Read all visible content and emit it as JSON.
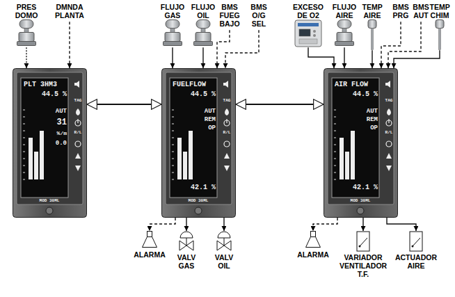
{
  "diagram": {
    "nodes": [
      {
        "text": [
          "PRES DOMO"
        ]
      },
      {
        "text": [
          "DMNDA PLANTA"
        ]
      },
      {
        "text": [
          "FLUJO GAS"
        ]
      },
      {
        "text": [
          "FLUJO OIL"
        ]
      },
      {
        "text": [
          "BMS FUEG BAJO"
        ]
      },
      {
        "text": [
          "BMS O/G SEL"
        ]
      },
      {
        "text": [
          "EXCESO DE O2"
        ]
      },
      {
        "text": [
          "FLUJO AIRE"
        ]
      },
      {
        "text": [
          "TEMP AIRE"
        ]
      },
      {
        "text": [
          "BMS PRG"
        ]
      },
      {
        "text": [
          "BMS AUT"
        ]
      },
      {
        "text": [
          "TEMP CHIM"
        ]
      },
      {
        "text": [
          "PLT 3HM3",
          "44.5 %",
          "AUT",
          "31",
          "%/m",
          "0.0",
          "TAG",
          "R/L",
          "MOD 30ML"
        ]
      },
      {
        "text": [
          "FUELFLOW",
          "44.5 %",
          "AUT",
          "REM",
          "OP",
          "42.1 %",
          "TAG",
          "R/L",
          "MOD 30ML"
        ]
      },
      {
        "text": [
          "AIR FLOW",
          "44.5 %",
          "AUT",
          "REM",
          "OP",
          "42.1 %",
          "TAG",
          "R/L",
          "MOD 30ML"
        ]
      },
      {
        "text": [
          "ALARMA"
        ]
      },
      {
        "text": [
          "VALV GAS"
        ]
      },
      {
        "text": [
          "VALV OIL"
        ]
      },
      {
        "text": [
          "ALARMA"
        ]
      },
      {
        "text": [
          "VARIADOR VENTILADOR T.F."
        ]
      },
      {
        "text": [
          "ACTUADOR AIRE"
        ]
      }
    ],
    "edges": [
      {
        "from": 0,
        "to": 12,
        "arrow": "to"
      },
      {
        "from": 1,
        "to": 12,
        "arrow": "to"
      },
      {
        "from": 2,
        "to": 13,
        "arrow": "to"
      },
      {
        "from": 3,
        "to": 13,
        "arrow": "to"
      },
      {
        "from": 4,
        "to": 13,
        "arrow": "to"
      },
      {
        "from": 5,
        "to": 13,
        "arrow": "to"
      },
      {
        "from": 6,
        "to": 14,
        "arrow": "to"
      },
      {
        "from": 7,
        "to": 14,
        "arrow": "to"
      },
      {
        "from": 8,
        "to": 14,
        "arrow": "to"
      },
      {
        "from": 9,
        "to": 14,
        "arrow": "to"
      },
      {
        "from": 10,
        "to": 14,
        "arrow": "to"
      },
      {
        "from": 11,
        "to": 14,
        "arrow": "to"
      },
      {
        "from": 12,
        "to": 13,
        "arrow": "both"
      },
      {
        "from": 13,
        "to": 14,
        "arrow": "both"
      },
      {
        "from": 13,
        "to": 15,
        "arrow": "to"
      },
      {
        "from": 13,
        "to": 16,
        "arrow": "to"
      },
      {
        "from": 13,
        "to": 17,
        "arrow": "to"
      },
      {
        "from": 14,
        "to": 18,
        "arrow": "to"
      },
      {
        "from": 14,
        "to": 19,
        "arrow": "to"
      },
      {
        "from": 14,
        "to": 20,
        "arrow": "to"
      }
    ]
  }
}
